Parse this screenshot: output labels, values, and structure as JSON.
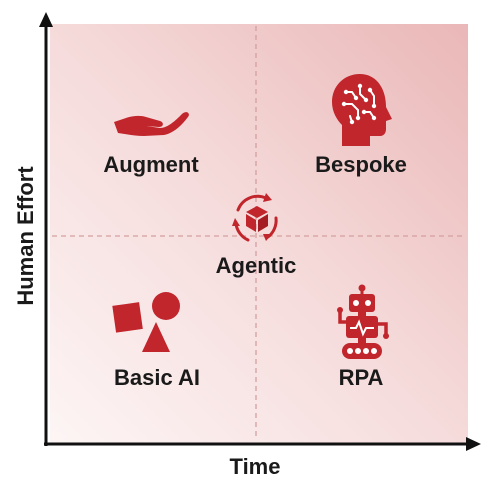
{
  "axes": {
    "x_label": "Time",
    "y_label": "Human Effort"
  },
  "quadrants": [
    {
      "id": "augment",
      "label": "Augment",
      "icon": "hand-icon"
    },
    {
      "id": "bespoke",
      "label": "Bespoke",
      "icon": "brain-head-icon"
    },
    {
      "id": "basic-ai",
      "label": "Basic AI",
      "icon": "shapes-icon"
    },
    {
      "id": "rpa",
      "label": "RPA",
      "icon": "robot-icon"
    }
  ],
  "center": {
    "label": "Agentic",
    "icon": "cycle-box-icon"
  },
  "colors": {
    "accent": "#c0262c",
    "axis": "#111111",
    "bg_light": "#fdf5f5",
    "bg_dark": "#eab7b7",
    "divider": "#d9a8a8"
  }
}
